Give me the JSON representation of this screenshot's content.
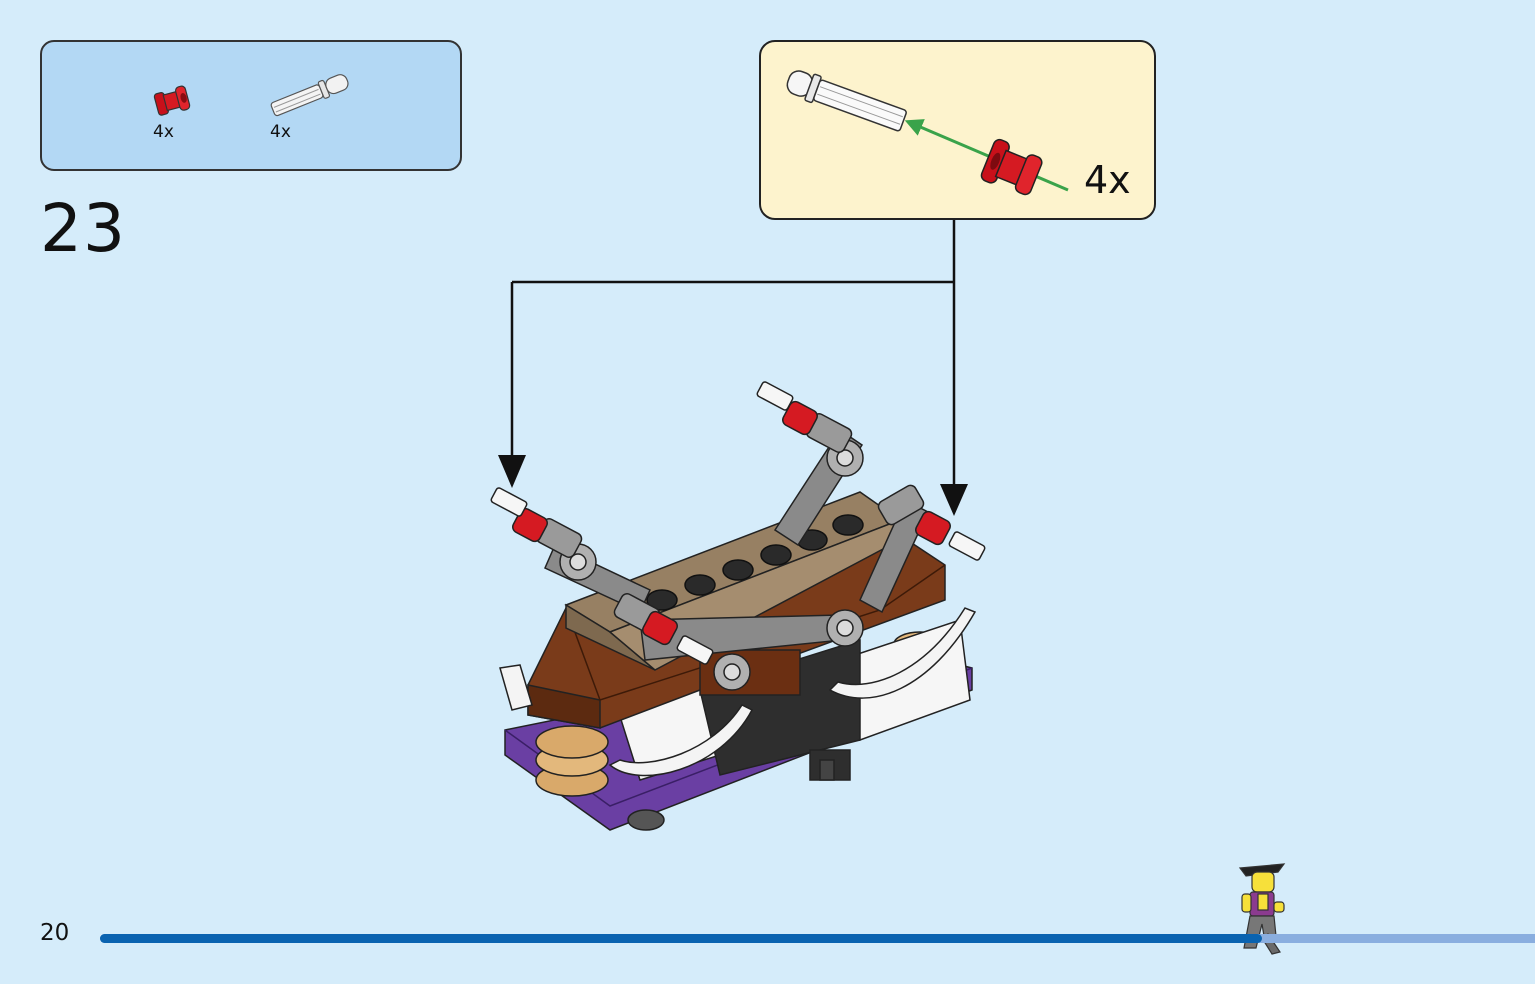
{
  "page": {
    "page_number": "20",
    "step_number": "23"
  },
  "parts_list": [
    {
      "part": "red-axle-bush",
      "quantity": "4x"
    },
    {
      "part": "white-axle-pin",
      "quantity": "4x"
    }
  ],
  "callout": {
    "quantity": "4x"
  },
  "progress": {
    "fraction": 0.81
  },
  "colors": {
    "background": "#d5ecfa",
    "parts_box": "#b3d8f4",
    "callout_box": "#fdf3cd",
    "progress_fill": "#0a63b0",
    "progress_track": "#8aaedf",
    "arrow_green": "#3aa34a"
  }
}
